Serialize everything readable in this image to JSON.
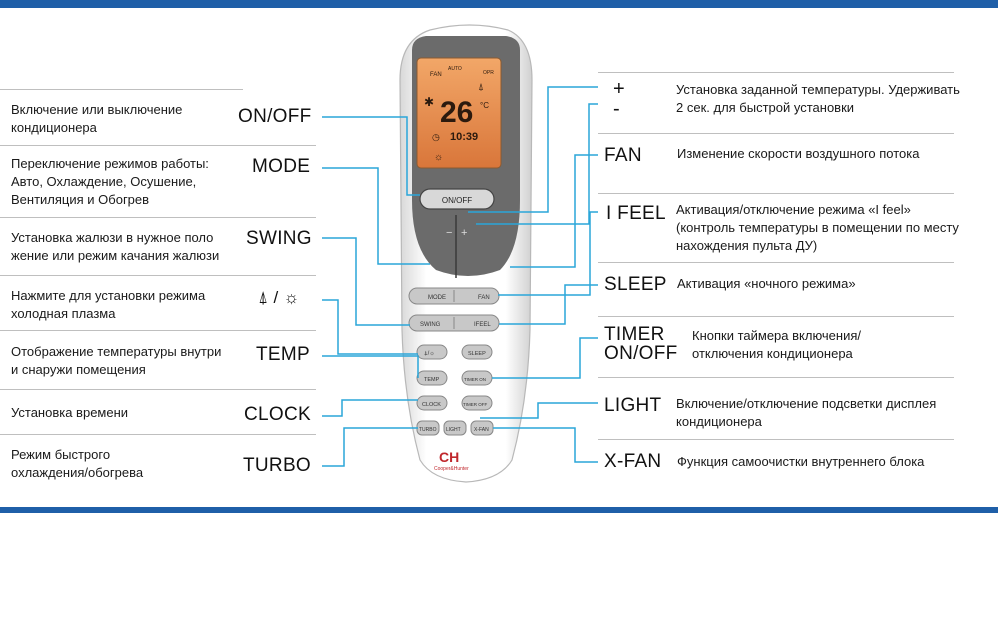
{
  "left": [
    {
      "desc": "Включение или выключение\nкондиционера",
      "button": "ON/OFF"
    },
    {
      "desc": "Переключение режимов работы:\nАвто, Охлаждение, Осушение,\nВентиляция и Обогрев",
      "button": "MODE"
    },
    {
      "desc": "Установка жалюзи в нужное поло\nжение или режим качания жалюзи",
      "button": "SWING"
    },
    {
      "desc": "Нажмите для установки режима\nхолодная плазма",
      "button": "⍋ / ☼"
    },
    {
      "desc": "Отображение температуры внутри\nи снаружи помещения",
      "button": "TEMP"
    },
    {
      "desc": "Установка времени",
      "button": "CLOCK"
    },
    {
      "desc": "Режим быстрого\nохлаждения/обогрева",
      "button": "TURBO"
    }
  ],
  "right": [
    {
      "button": "+\n-",
      "desc": "Установка заданной температуры. Удерживать\n2 сек. для быстрой установки"
    },
    {
      "button": "FAN",
      "desc": "Изменение скорости воздушного потока"
    },
    {
      "button": "I FEEL",
      "desc": "Активация/отключение режима «I feel»\n(контроль температуры в помещении по месту\nнахождения пульта ДУ)"
    },
    {
      "button": "SLEEP",
      "desc": "Активация «ночного режима»"
    },
    {
      "button": "TIMER\nON/OFF",
      "desc": "Кнопки таймера включения/\nотключения кондиционера"
    },
    {
      "button": "LIGHT",
      "desc": "Включение/отключение подсветки дисплея\nкондиционера"
    },
    {
      "button": "X-FAN",
      "desc": "Функция самоочистки внутреннего блока"
    }
  ],
  "remote": {
    "display": {
      "fan": "FAN",
      "auto": "AUTO",
      "temp": "26",
      "unit": "°C",
      "time": "10:39",
      "opr": "OPR"
    },
    "keys": {
      "onoff": "ON/OFF",
      "minus": "−",
      "plus": "+",
      "mode": "MODE",
      "fan": "FAN",
      "swing": "SWING",
      "ifeel": "IFEEL",
      "plasma": "⍋/☼",
      "sleep": "SLEEP",
      "temp": "TEMP",
      "timeron": "TIMER ON",
      "clock": "CLOCK",
      "timeroff": "TIMER OFF",
      "turbo": "TURBO",
      "light": "LIGHT",
      "xfan": "X-FAN"
    },
    "brand_logo": "CH",
    "brand_name": "Cooper&Hunter"
  },
  "colors": {
    "accent": "#1f5fa8",
    "leader": "#2aa6d9",
    "display": "#e58a4a"
  }
}
